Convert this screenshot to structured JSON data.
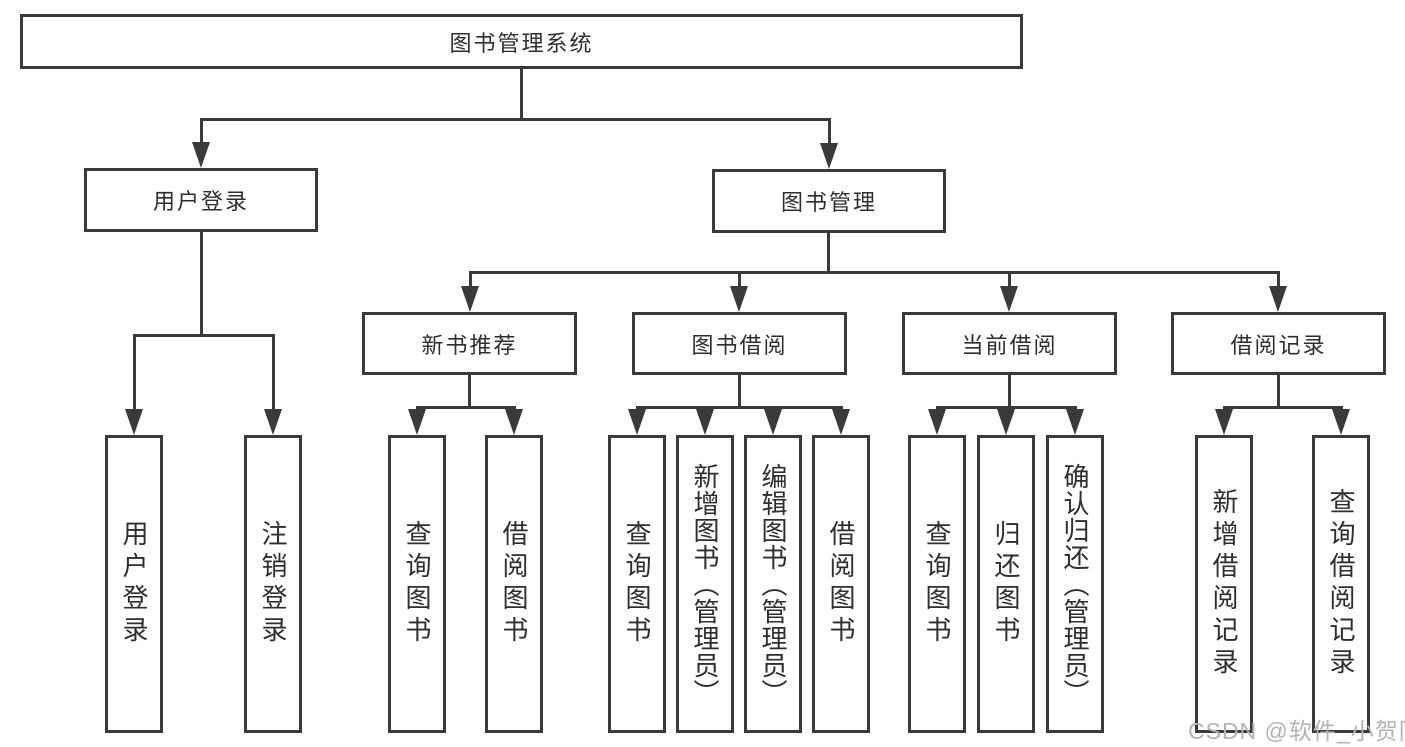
{
  "colors": {
    "line": "#3a3a3a",
    "text": "#2e2e2e",
    "watermark": "#b3b3b3",
    "background": "#ffffff"
  },
  "nodes": {
    "root": {
      "label": "图书管理系统"
    },
    "level2": {
      "user_login": {
        "label": "用户登录"
      },
      "book_management": {
        "label": "图书管理"
      }
    },
    "level3": {
      "new_book_recommend": {
        "label": "新书推荐"
      },
      "book_borrowing": {
        "label": "图书借阅"
      },
      "current_borrowing": {
        "label": "当前借阅"
      },
      "borrowing_records": {
        "label": "借阅记录"
      }
    },
    "leaves": {
      "user_login": {
        "label": "用户登录"
      },
      "logout": {
        "label": "注销登录"
      },
      "query_books_recommend": {
        "label": "查询图书"
      },
      "borrow_books_recommend": {
        "label": "借阅图书"
      },
      "query_books_borrowing": {
        "label": "查询图书"
      },
      "add_books_admin": {
        "label": "新增图书（管理员）"
      },
      "edit_books_admin": {
        "label": "编辑图书（管理员）"
      },
      "borrow_books_borrowing": {
        "label": "借阅图书"
      },
      "query_books_current": {
        "label": "查询图书"
      },
      "return_books": {
        "label": "归还图书"
      },
      "confirm_return_admin": {
        "label": "确认归还（管理员）"
      },
      "add_borrow_record": {
        "label": "新增借阅记录"
      },
      "query_borrow_record": {
        "label": "查询借阅记录"
      }
    }
  },
  "watermark": {
    "text": "CSDN @软件_小贺同学"
  }
}
